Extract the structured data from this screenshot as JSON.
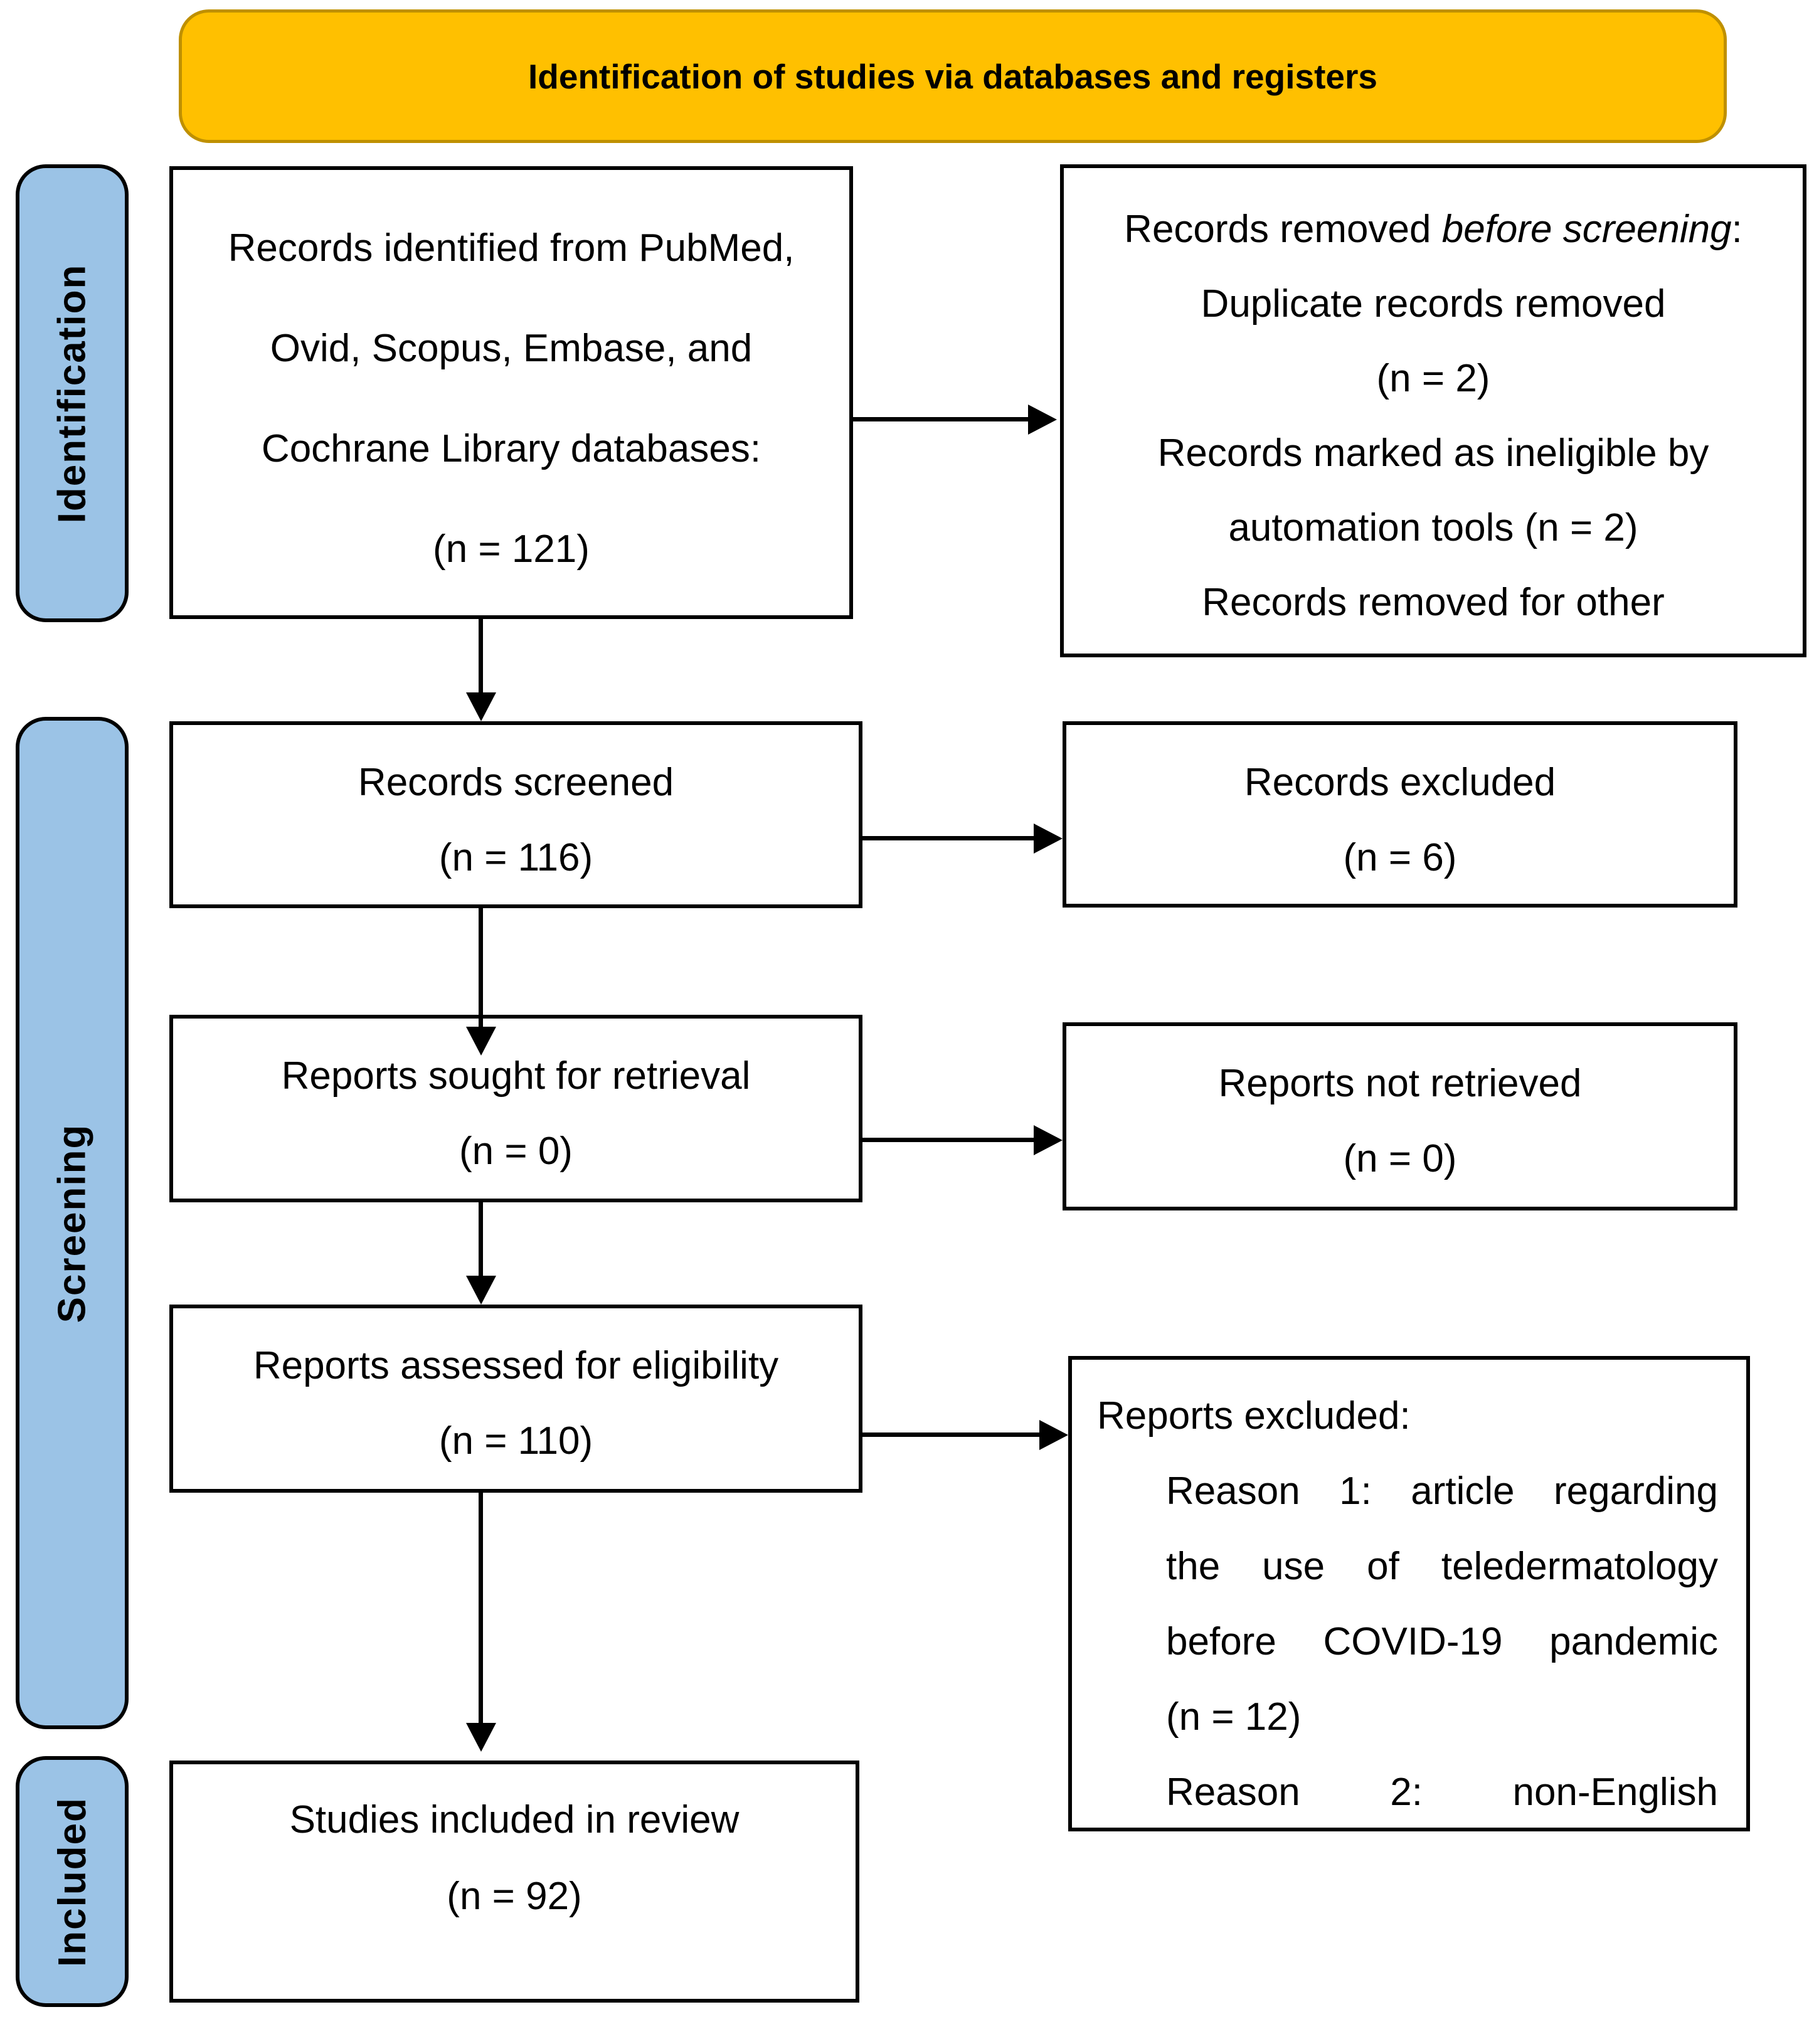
{
  "header": {
    "title": "Identification of studies via databases and registers"
  },
  "colors": {
    "banner_fill": "#FFC000",
    "banner_border": "#BF9000",
    "stage_fill": "#9BC3E6",
    "box_border": "#000000",
    "line_color": "#000000"
  },
  "sidebar": {
    "stages": [
      {
        "label": "Identification"
      },
      {
        "label": "Screening"
      },
      {
        "label": "Included"
      }
    ]
  },
  "flow": {
    "box_identified": {
      "lines": [
        "Records identified from PubMed,",
        "Ovid, Scopus, Embase, and",
        "Cochrane Library databases:",
        "(n = 121)"
      ]
    },
    "box_removed": {
      "line1_prefix": "Records removed ",
      "line1_italic": "before screening",
      "line1_suffix": ":",
      "lines": [
        "Duplicate records removed",
        "(n = 2)",
        "Records marked as ineligible by",
        "automation tools (n = 2)",
        "Records removed for other"
      ]
    },
    "box_screened": {
      "lines": [
        "Records screened",
        "(n = 116)"
      ]
    },
    "box_excluded": {
      "lines": [
        "Records excluded",
        "(n = 6)"
      ]
    },
    "box_sought": {
      "lines": [
        "Reports sought for retrieval",
        "(n = 0)"
      ]
    },
    "box_not_retrieved": {
      "lines": [
        "Reports not retrieved",
        "(n = 0)"
      ]
    },
    "box_assessed": {
      "lines": [
        "Reports assessed for eligibility",
        "(n = 110)"
      ]
    },
    "box_reports_excluded": {
      "title": "Reports excluded:",
      "reason_lines": [
        "Reason 1: article regarding",
        "the use of teledermatology",
        "before COVID-19 pandemic",
        "(n = 12)",
        "Reason 2: non-English"
      ]
    },
    "box_included": {
      "lines": [
        "Studies included in review",
        "(n = 92)"
      ]
    }
  }
}
